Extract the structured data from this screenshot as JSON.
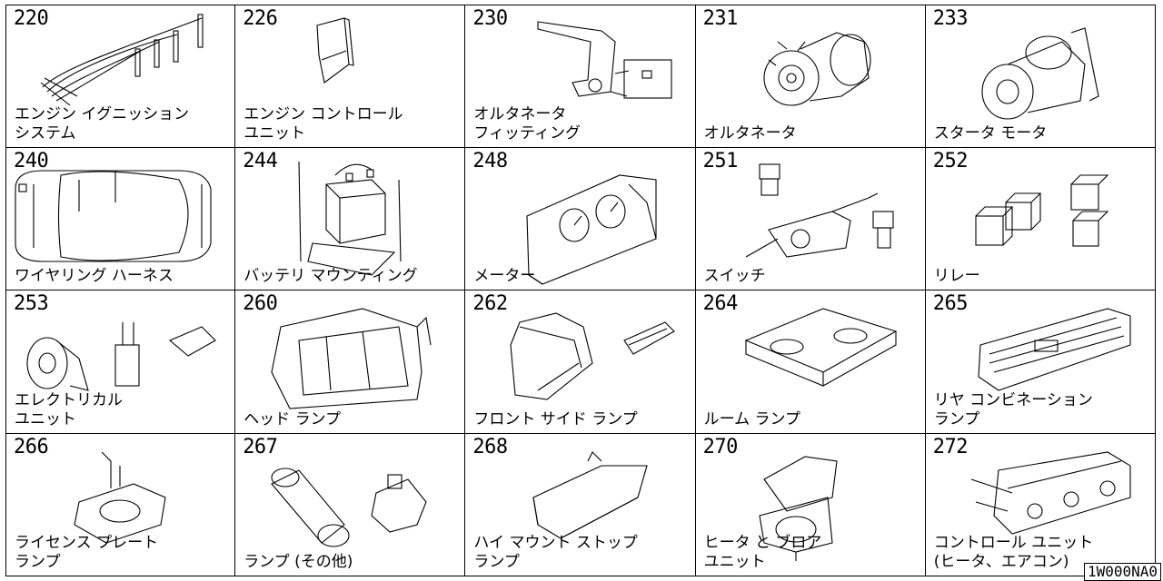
{
  "cells": [
    {
      "code": "220",
      "label": "エンジン イグニッション\nシステム",
      "icon": "ignition-harness"
    },
    {
      "code": "226",
      "label": "エンジン コントロール\nユニット",
      "icon": "control-unit"
    },
    {
      "code": "230",
      "label": "オルタネータ\nフィッティング",
      "icon": "alternator-bracket"
    },
    {
      "code": "231",
      "label": "オルタネータ",
      "icon": "alternator"
    },
    {
      "code": "233",
      "label": "スタータ モータ",
      "icon": "starter-motor"
    },
    {
      "code": "240",
      "label": "ワイヤリング ハーネス",
      "icon": "wiring-harness-car"
    },
    {
      "code": "244",
      "label": "バッテリ マウンティング",
      "icon": "battery"
    },
    {
      "code": "248",
      "label": "メーター",
      "icon": "meter-cluster"
    },
    {
      "code": "251",
      "label": "スイッチ",
      "icon": "switch"
    },
    {
      "code": "252",
      "label": "リレー",
      "icon": "relay"
    },
    {
      "code": "253",
      "label": "エレクトリカル\nユニット",
      "icon": "horn"
    },
    {
      "code": "260",
      "label": "ヘッド ランプ",
      "icon": "headlamp"
    },
    {
      "code": "262",
      "label": "フロント サイド ランプ",
      "icon": "side-lamp"
    },
    {
      "code": "264",
      "label": "ルーム ランプ",
      "icon": "room-lamp"
    },
    {
      "code": "265",
      "label": "リヤ コンビネーション\nランプ",
      "icon": "rear-combination-lamp"
    },
    {
      "code": "266",
      "label": "ライセンス プレート\nランプ",
      "icon": "license-lamp"
    },
    {
      "code": "267",
      "label": "ランプ (その他)",
      "icon": "bulb"
    },
    {
      "code": "268",
      "label": "ハイ マウント ストップ\nランプ",
      "icon": "high-mount-lamp"
    },
    {
      "code": "270",
      "label": "ヒータ と ブロア\nユニット",
      "icon": "blower"
    },
    {
      "code": "272",
      "label": "コントロール ユニット\n(ヒータ、エアコン)",
      "icon": "heater-control"
    }
  ],
  "footer": "1W000NA0"
}
